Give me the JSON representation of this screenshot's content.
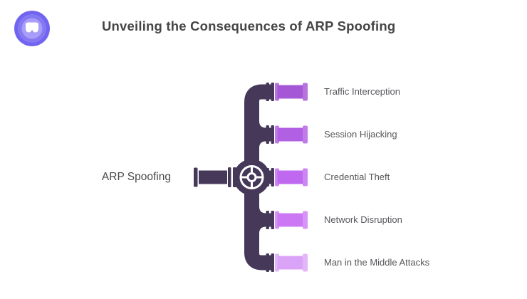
{
  "header": {
    "title": "Unveiling the Consequences of ARP Spoofing",
    "title_color": "#454545",
    "logo": {
      "icon": "tooth-badge-icon",
      "outer_color": "#7164F0",
      "mid_color": "#8579F3",
      "inner_color": "#A89DF8",
      "glyph_color": "#FFFFFF"
    }
  },
  "diagram": {
    "root_label": "ARP Spoofing",
    "pipe_dark_color": "#453859",
    "valve_icon": "valve-wheel-icon",
    "label_color": "#56575B",
    "branches": [
      {
        "label": "Traffic Interception",
        "pipe_color": "#A558D5",
        "cap_color": "#B673DE"
      },
      {
        "label": "Session Hijacking",
        "pipe_color": "#B160E3",
        "cap_color": "#C17BE9"
      },
      {
        "label": "Credential Theft",
        "pipe_color": "#BF68F0",
        "cap_color": "#CD85F4"
      },
      {
        "label": "Network Disruption",
        "pipe_color": "#CC78F5",
        "cap_color": "#D892F7"
      },
      {
        "label": "Man in the Middle Attacks",
        "pipe_color": "#DBA3F7",
        "cap_color": "#E3B5F9"
      }
    ]
  }
}
